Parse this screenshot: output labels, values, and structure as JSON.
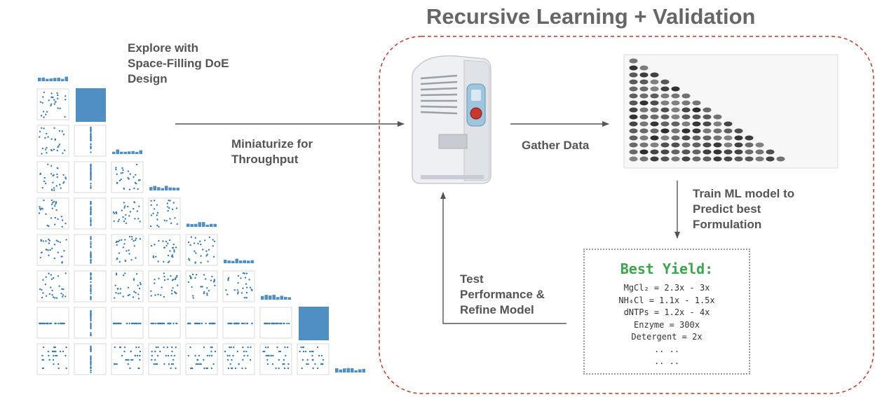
{
  "title": "Recursive Learning + Validation",
  "steps": {
    "explore": [
      "Explore with",
      "Space-Filling DoE",
      "Design"
    ],
    "miniaturize": [
      "Miniaturize for",
      "Throughput"
    ],
    "gather": "Gather Data",
    "train": [
      "Train ML model to",
      "Predict best",
      "Formulation"
    ],
    "test": [
      "Test",
      "Performance &",
      "Refine Model"
    ]
  },
  "result": {
    "heading": "Best Yield:",
    "lines": [
      "MgCl₂ = 2.3x - 3x",
      "NH₄Cl = 1.1x - 1.5x",
      "dNTPs = 1.2x - 4x",
      "Enzyme = 300x",
      "Detergent = 2x",
      ".. ..",
      ".. .."
    ]
  },
  "colors": {
    "points": "#3a7bb3",
    "bars": "#4f8fc4",
    "loop_border": "#c0392b",
    "arrows": "#555555",
    "heading": "#3aa64d"
  }
}
